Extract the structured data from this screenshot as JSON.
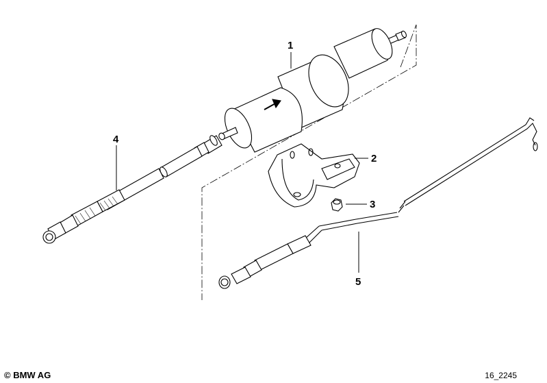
{
  "callouts": [
    {
      "label": "1",
      "part": "fuel-filter"
    },
    {
      "label": "2",
      "part": "mounting-bracket"
    },
    {
      "label": "3",
      "part": "nut"
    },
    {
      "label": "4",
      "part": "fuel-feed-line"
    },
    {
      "label": "5",
      "part": "fuel-return-line"
    }
  ],
  "footer": {
    "copyright": "© BMW AG",
    "diagram_id": "16_2245"
  }
}
